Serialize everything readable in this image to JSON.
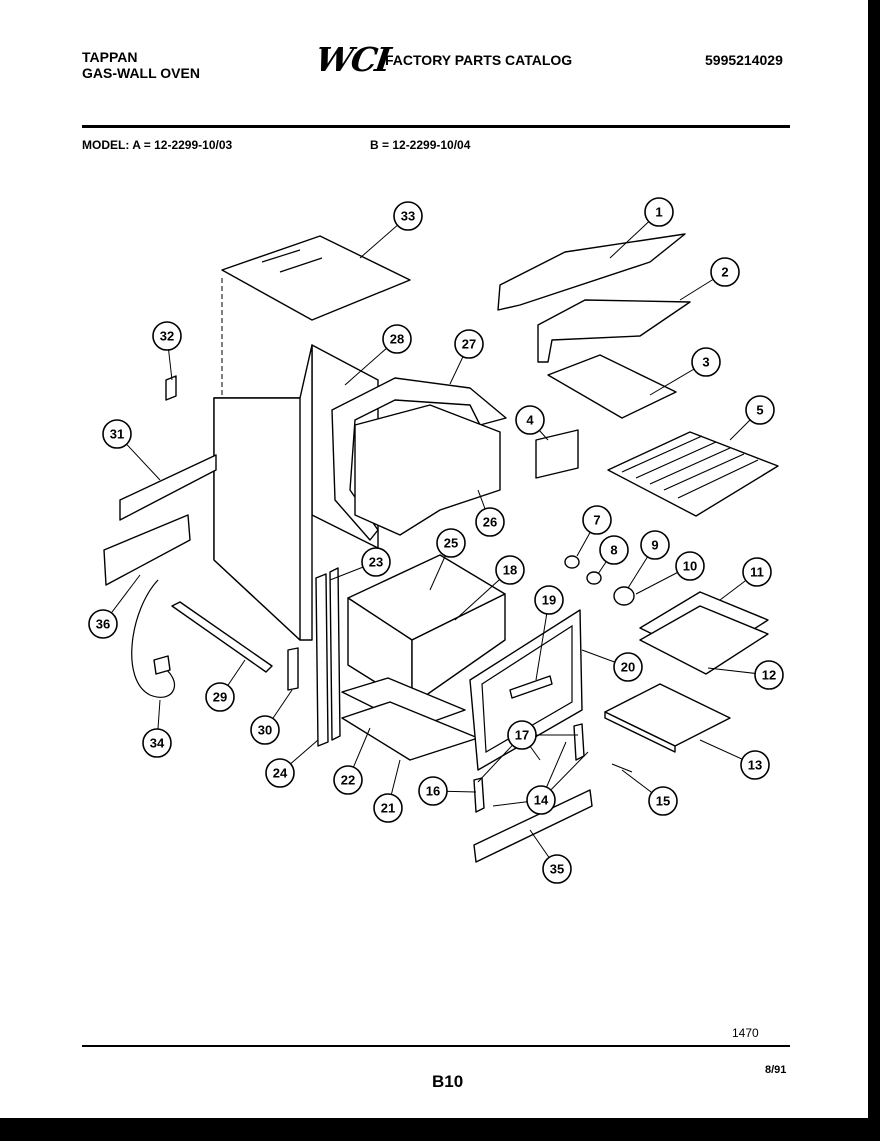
{
  "header": {
    "brand_line1": "TAPPAN",
    "brand_line2": "GAS-WALL OVEN",
    "logo": "WCI",
    "catalog_title": "FACTORY PARTS CATALOG",
    "catalog_number": "5995214029"
  },
  "model": {
    "label_a": "MODEL:  A = 12-2299-10/03",
    "label_b": "B = 12-2299-10/04"
  },
  "callouts": [
    "1",
    "2",
    "3",
    "4",
    "5",
    "7",
    "8",
    "9",
    "10",
    "11",
    "12",
    "13",
    "14",
    "15",
    "16",
    "17",
    "18",
    "19",
    "20",
    "21",
    "22",
    "23",
    "24",
    "25",
    "26",
    "27",
    "28",
    "29",
    "30",
    "31",
    "32",
    "33",
    "34",
    "35",
    "36"
  ],
  "footer": {
    "drawing_code": "1470",
    "page": "B10",
    "date": "8/91"
  }
}
